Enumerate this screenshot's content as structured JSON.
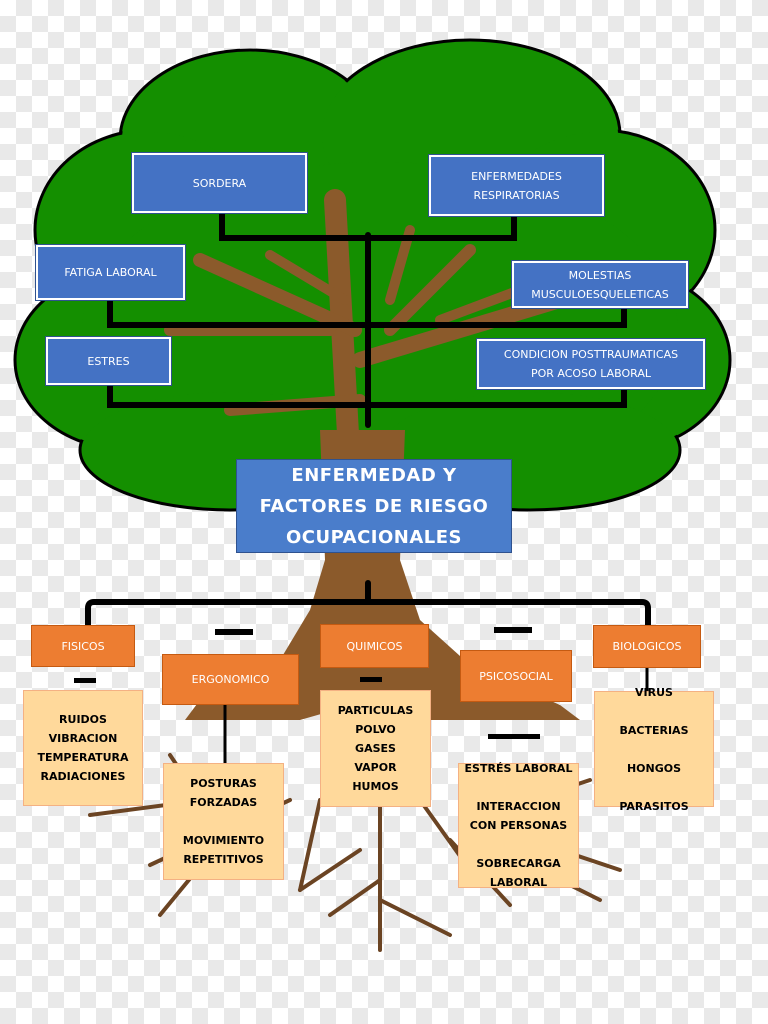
{
  "title": "ENFERMEDAD Y\nFACTORES DE RIESGO\nOCUPACIONALES",
  "diseases": {
    "sordera": "SORDERA",
    "enfermedades_respiratorias": "ENFERMEDADES\nRESPIRATORIAS",
    "fatiga_laboral": "FATIGA LABORAL",
    "molestias": "MOLESTIAS\nMUSCULOESQUELETICAS",
    "estres": "ESTRES",
    "condicion": "CONDICION POSTTRAUMATICAS\nPOR ACOSO LABORAL"
  },
  "factors": {
    "fisicos": {
      "label": "FISICOS",
      "items": "RUIDOS\nVIBRACION\nTEMPERATURA\nRADIACIONES"
    },
    "ergonomico": {
      "label": "ERGONOMICO",
      "items": "POSTURAS\nFORZADAS\n\nMOVIMIENTO\nREPETITIVOS"
    },
    "quimicos": {
      "label": "QUIMICOS",
      "items": "PARTICULAS\nPOLVO\nGASES\nVAPOR\nHUMOS"
    },
    "psicosocial": {
      "label": "PSICOSOCIAL",
      "items": "ESTRÉS LABORAL\n\nINTERACCION\nCON PERSONAS\n\nSOBRECARGA\nLABORAL"
    },
    "biologicos": {
      "label": "BIOLOGICOS",
      "items": "VIRUS\n\nBACTERIAS\n\nHONGOS\n\nPARASITOS"
    }
  },
  "colors": {
    "foliage": "#148f00",
    "trunk": "#8b5a2b",
    "disease_box": "#4472c4",
    "factor_box": "#ed7d31",
    "detail_box": "#ffd99b"
  }
}
